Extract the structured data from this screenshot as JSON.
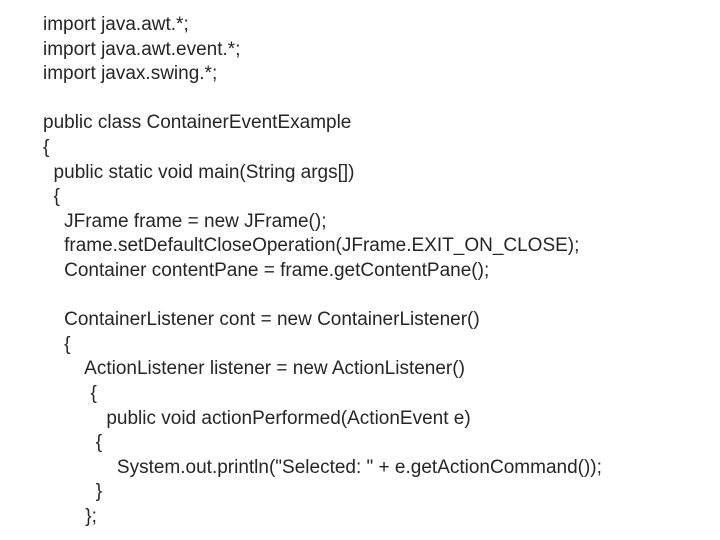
{
  "colors": {
    "background": "#ffffff",
    "text": "#262626"
  },
  "document": {
    "type": "java-code-listing",
    "class_name": "ContainerEventExample",
    "code_lines": [
      "import java.awt.*;",
      "import java.awt.event.*;",
      "import javax.swing.*;",
      "",
      "public class ContainerEventExample",
      "{",
      "  public static void main(String args[])",
      "  {",
      "    JFrame frame = new JFrame();",
      "    frame.setDefaultCloseOperation(JFrame.EXIT_ON_CLOSE);",
      "    Container contentPane = frame.getContentPane();",
      "",
      "    ContainerListener cont = new ContainerListener()",
      "    {",
      "        ActionListener listener = new ActionListener()",
      "         {",
      "            public void actionPerformed(ActionEvent e)",
      "          {",
      "              System.out.println(\"Selected: \" + e.getActionCommand());",
      "          }",
      "        };"
    ]
  }
}
